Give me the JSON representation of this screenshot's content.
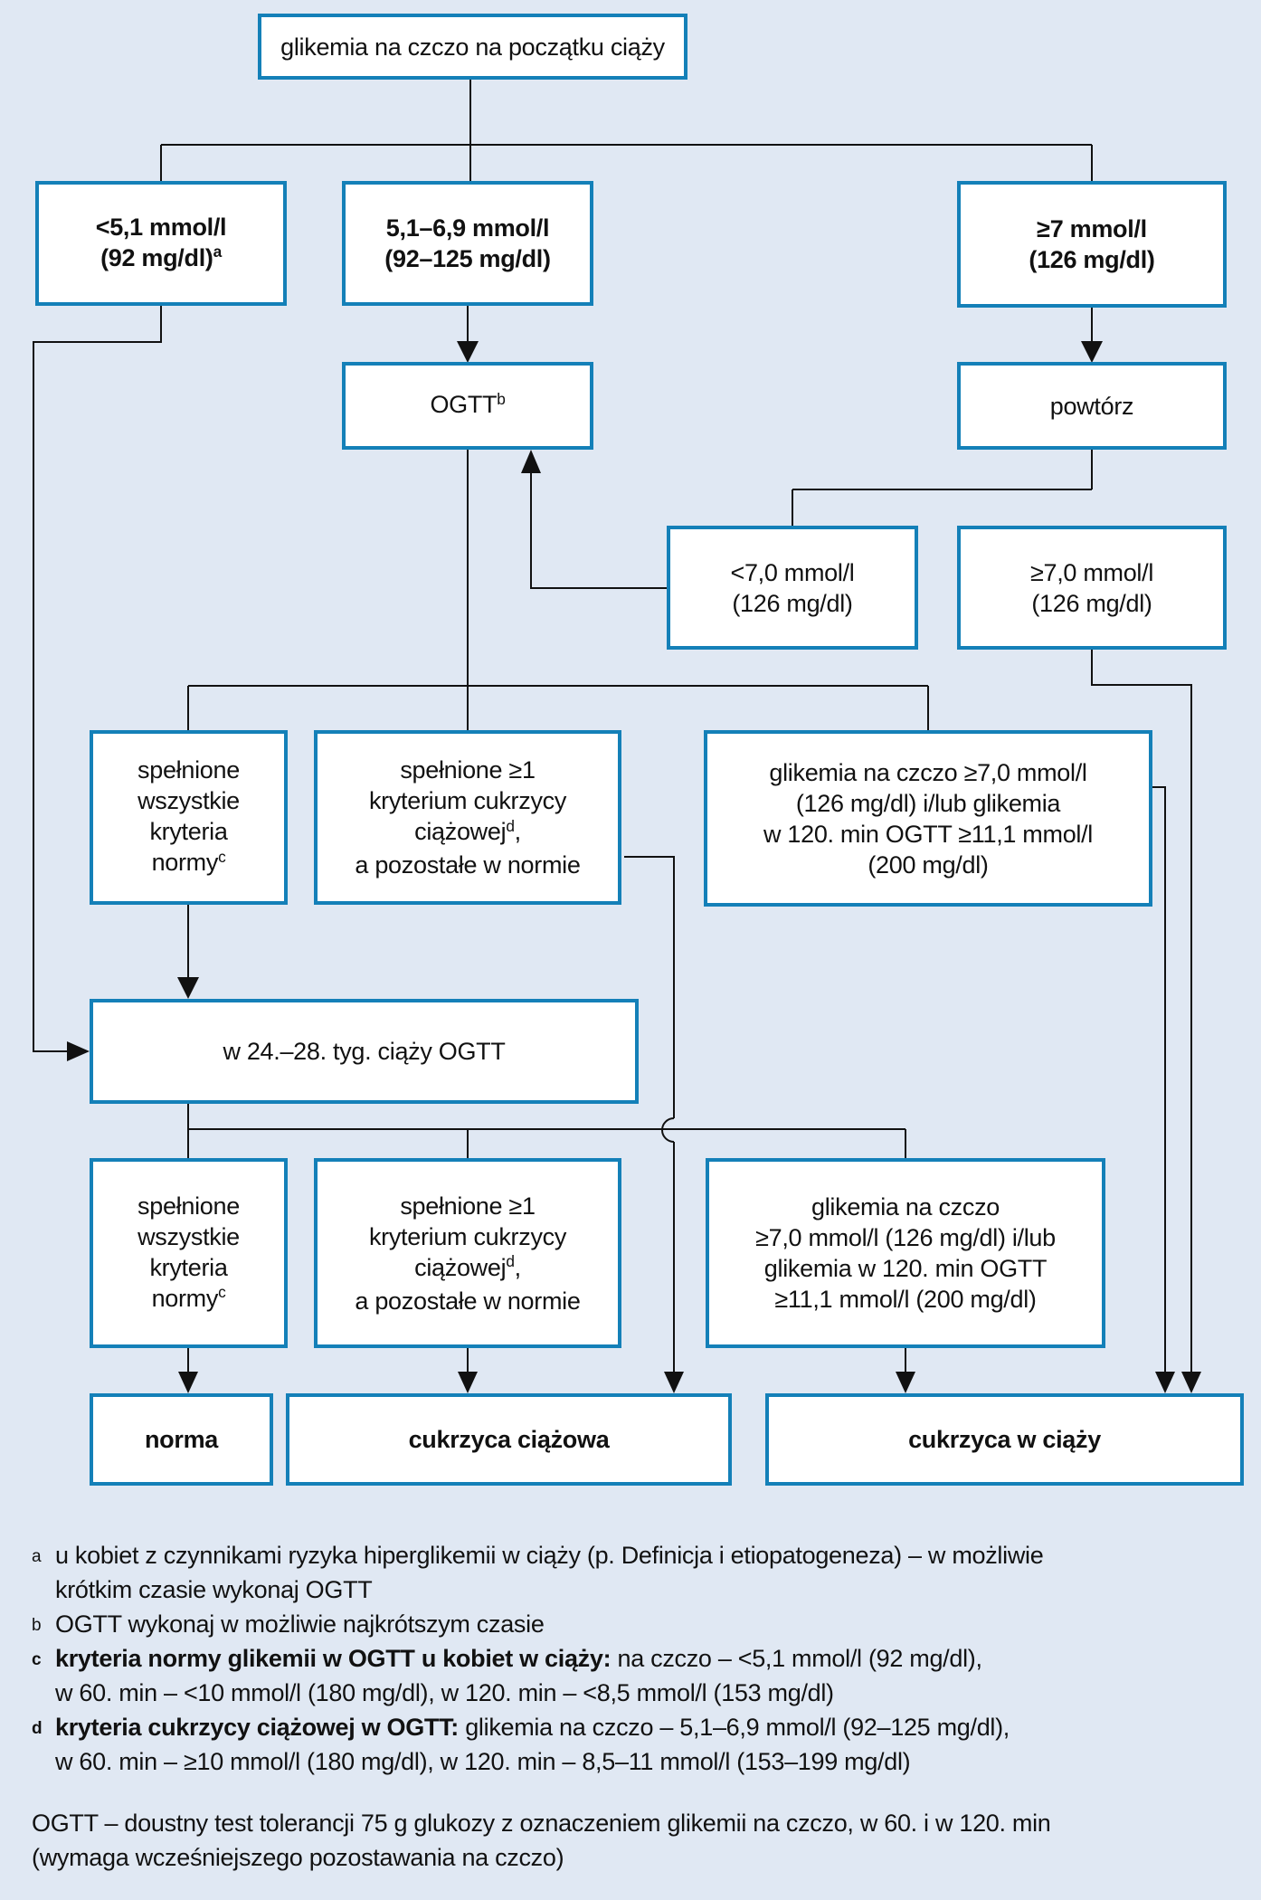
{
  "colors": {
    "background": "#e0e8f3",
    "box_border": "#1480b8",
    "box_fill": "#ffffff",
    "line": "#111111",
    "text": "#111111"
  },
  "boxes": {
    "start": {
      "label": "glikemia na czczo na początku ciąży"
    },
    "low": {
      "line1": "<5,1 mmol/l",
      "line2": "(92 mg/dl)",
      "sup": "a"
    },
    "mid": {
      "line1": "5,1–6,9 mmol/l",
      "line2": "(92–125 mg/dl)"
    },
    "high": {
      "line1": "≥7 mmol/l",
      "line2": "(126 mg/dl)"
    },
    "ogtt": {
      "label": "OGTT",
      "sup": "b"
    },
    "repeat": {
      "label": "powtórz"
    },
    "repeat_low": {
      "line1": "<7,0 mmol/l",
      "line2": "(126 mg/dl)"
    },
    "repeat_high": {
      "line1": "≥7,0 mmol/l",
      "line2": "(126 mg/dl)"
    },
    "norm_all": {
      "line1": "spełnione",
      "line2": "wszystkie",
      "line3": "kryteria",
      "line4": "normy",
      "sup": "c"
    },
    "gdm_crit": {
      "line1": "spełnione ≥1",
      "line2": "kryterium cukrzycy",
      "line3_pre": "ciążowej",
      "line3_sup": "d",
      "line3_post": ",",
      "line4": "a pozostałe w normie"
    },
    "dm_crit_1": {
      "line1": "glikemia na czczo ≥7,0 mmol/l",
      "line2": "(126 mg/dl) i/lub glikemia",
      "line3": "w 120. min OGTT ≥11,1 mmol/l",
      "line4": "(200 mg/dl)"
    },
    "ogtt_24_28": {
      "label": "w 24.–28. tyg. ciąży OGTT"
    },
    "dm_crit_2": {
      "line1": "glikemia na czczo",
      "line2": "≥7,0 mmol/l (126 mg/dl) i/lub",
      "line3": "glikemia w 120. min OGTT",
      "line4": "≥11,1 mmol/l (200 mg/dl)"
    },
    "result_norma": {
      "label": "norma"
    },
    "result_gdm": {
      "label": "cukrzyca ciążowa"
    },
    "result_dm": {
      "label": "cukrzyca w ciąży"
    }
  },
  "footnotes": {
    "a": {
      "sup": "a",
      "line1": "u kobiet z czynnikami ryzyka hiperglikemii w ciąży (p. Definicja i etiopatogeneza) – w możliwie",
      "line2": "krótkim czasie wykonaj OGTT"
    },
    "b": {
      "sup": "b",
      "line1": "OGTT wykonaj w możliwie najkrótszym czasie"
    },
    "c": {
      "sup": "c",
      "bold": "kryteria normy glikemii w OGTT u kobiet w ciąży:",
      "rest": " na czczo – <5,1 mmol/l (92 mg/dl),",
      "line2": "w 60. min – <10 mmol/l (180 mg/dl), w 120. min – <8,5 mmol/l (153 mg/dl)"
    },
    "d": {
      "sup": "d",
      "bold": "kryteria cukrzycy ciążowej w OGTT:",
      "rest": " glikemia na czczo – 5,1–6,9 mmol/l (92–125 mg/dl),",
      "line2": "w 60. min – ≥10 mmol/l (180 mg/dl), w 120. min – 8,5–11 mmol/l (153–199 mg/dl)"
    },
    "legend": {
      "line1": "OGTT – doustny test tolerancji 75 g glukozy z oznaczeniem glikemii na czczo, w 60. i w 120. min",
      "line2": "(wymaga wcześniejszego pozostawania na czczo)"
    }
  }
}
